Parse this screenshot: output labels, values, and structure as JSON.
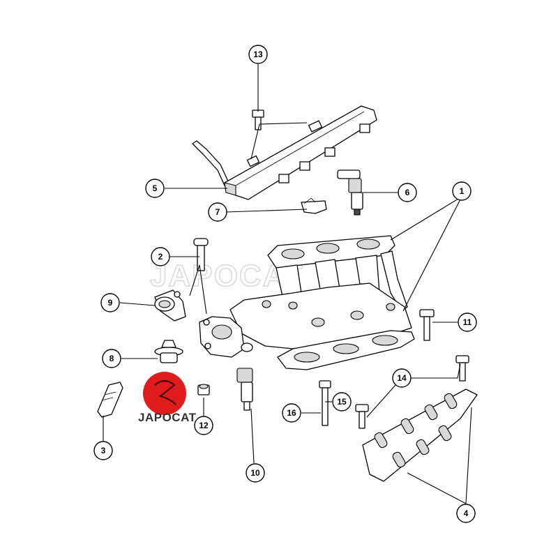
{
  "watermark": {
    "text": "JAPOCAT"
  },
  "logo": {
    "text": "JAPOCAT",
    "color": "#e01b1b"
  },
  "callouts": [
    {
      "id": "1",
      "label": "1"
    },
    {
      "id": "2",
      "label": "2"
    },
    {
      "id": "3",
      "label": "3"
    },
    {
      "id": "4",
      "label": "4"
    },
    {
      "id": "5",
      "label": "5"
    },
    {
      "id": "6",
      "label": "6"
    },
    {
      "id": "7",
      "label": "7"
    },
    {
      "id": "8",
      "label": "8"
    },
    {
      "id": "9",
      "label": "9"
    },
    {
      "id": "10",
      "label": "10"
    },
    {
      "id": "11",
      "label": "11"
    },
    {
      "id": "12",
      "label": "12"
    },
    {
      "id": "13",
      "label": "13"
    },
    {
      "id": "14",
      "label": "14"
    },
    {
      "id": "15",
      "label": "15"
    },
    {
      "id": "16",
      "label": "16"
    }
  ],
  "parts": [
    "intake-manifold-lower",
    "bolt",
    "hose-fitting",
    "intake-manifold-gasket",
    "fuel-rail",
    "fuel-injector",
    "clip",
    "thermostat",
    "thermostat-housing",
    "temperature-sensor",
    "stud-bolt",
    "plug",
    "bolt-fuel-rail",
    "stud",
    "bolt-manifold",
    "stud-manifold"
  ]
}
